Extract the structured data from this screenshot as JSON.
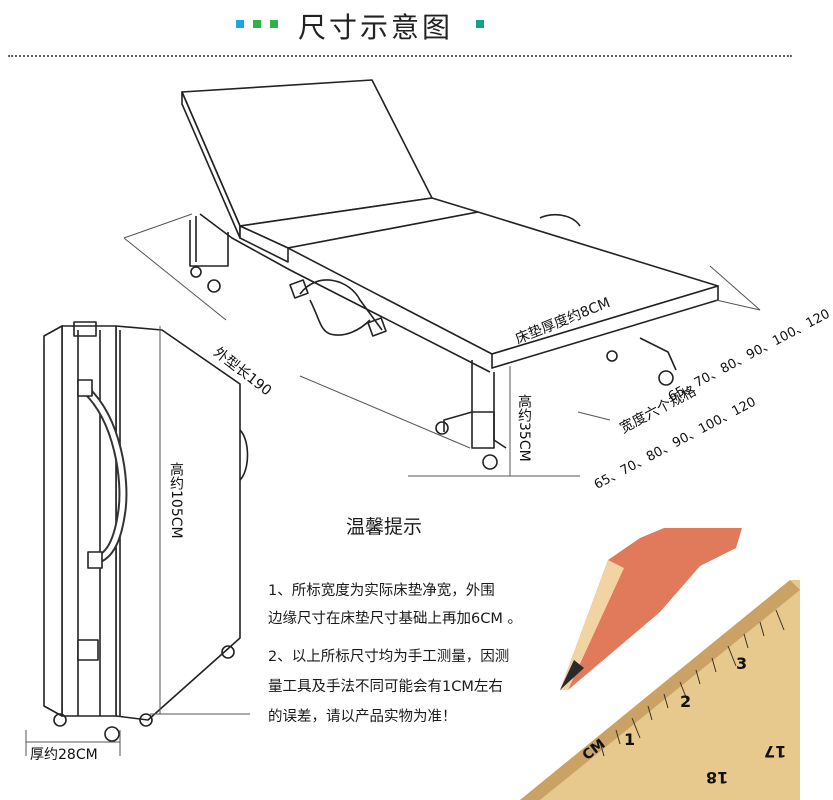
{
  "header": {
    "title": "尺寸示意图",
    "dot_colors": [
      "#1aa7e0",
      "#2db34a",
      "#2db34a",
      "#14a38a"
    ]
  },
  "dimensions": {
    "length": "外型长190",
    "mattress": "床垫厚度约8CM",
    "height": "高约35CM",
    "width_title": "宽度六个规格",
    "width_values_a": "65、70、80、90、100、120",
    "width_values_b": "65、70、80、90、100、120",
    "folded_height": "高约105CM",
    "thickness": "厚约28CM"
  },
  "notes": {
    "title": "温馨提示",
    "lines": [
      "1、所标宽度为实际床垫净宽，外围",
      "边缘尺寸在床垫尺寸基础上再加6CM 。",
      "2、以上所标尺寸均为手工测量，因测",
      "量工具及手法不同可能会有1CM左右",
      "的误差，请以产品实物为准！"
    ]
  },
  "ruler": {
    "unit": "CM",
    "numbers": [
      "1",
      "2",
      "3"
    ],
    "bottom_numbers": [
      "17",
      "18"
    ]
  }
}
